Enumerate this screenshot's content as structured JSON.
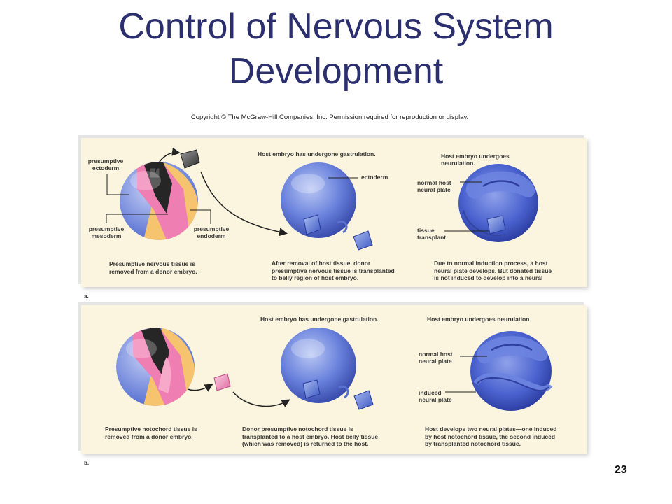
{
  "slide": {
    "title_line1": "Control of Nervous System",
    "title_line2": "Development",
    "copyright": "Copyright © The McGraw-Hill Companies, Inc. Permission required for reproduction or display.",
    "page_number": "23"
  },
  "panel_a": {
    "tag": "a.",
    "label_presumptive_ectoderm": "presumptive\nectoderm",
    "label_presumptive_mesoderm": "presumptive\nmesoderm",
    "label_presumptive_endoderm": "presumptive\nendoderm",
    "label_host_gastrulation": "Host embryo has undergone gastrulation.",
    "label_ectoderm": "ectoderm",
    "label_host_neurulation": "Host embryo undergoes\nneurulation.",
    "label_normal_host_neural_plate": "normal host\nneural plate",
    "label_tissue_transplant": "tissue\ntransplant",
    "caption_1": "Presumptive nervous tissue is\nremoved from a donor embryo.",
    "caption_2": "After removal of host tissue, donor\npresumptive nervous tissue is transplanted\nto belly region of host embryo.",
    "caption_3": "Due to normal induction process, a host\nneural plate develops. But donated tissue\nis not induced to develop into a neural"
  },
  "panel_b": {
    "tag": "b.",
    "label_host_gastrulation": "Host embryo has undergone gastrulation.",
    "label_host_neurulation": "Host embryo undergoes neurulation",
    "label_normal_host_neural_plate": "normal host\nneural plate",
    "label_induced_neural_plate": "induced\nneural plate",
    "caption_1": "Presumptive notochord tissue is\nremoved from a donor embryo.",
    "caption_2": "Donor presumptive notochord tissue is\ntransplanted to a host embryo. Host belly tissue\n(which was removed) is returned to the host.",
    "caption_3": "Host develops two neural plates—one induced\nby host notochord tissue, the second induced\nby transplanted notochord tissue."
  },
  "colors": {
    "title": "#2b2f6e",
    "panel_bg": "#fbf5df",
    "ectoderm_blue": "#5b7fd6",
    "mesoderm_pink": "#ef7fb3",
    "endoderm_yellow": "#f6c46e",
    "tissue_dark": "#2b2b2b"
  }
}
